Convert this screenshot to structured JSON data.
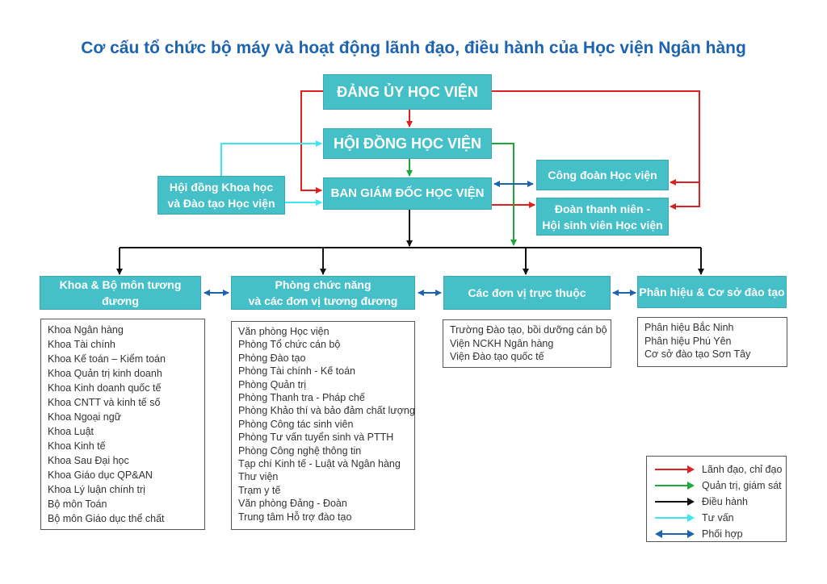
{
  "title": "Cơ cấu tổ chức bộ máy và hoạt động lãnh đạo, điều hành của Học viện Ngân hàng",
  "colors": {
    "box": "#45bfc8",
    "lead": "#e02020",
    "supervise": "#1fa83a",
    "operate": "#111111",
    "advise": "#3ee6f0",
    "coordinate": "#1e63b0"
  },
  "nodes": {
    "party": "ĐẢNG ỦY HỌC VIỆN",
    "council": "HỘI ĐỒNG HỌC VIỆN",
    "board": "BAN GIÁM ĐỐC HỌC VIỆN",
    "science_council": [
      "Hội đồng Khoa học",
      "và Đào tạo Học viện"
    ],
    "union": "Công đoàn Học viện",
    "youth": [
      "Đoàn thanh niên -",
      "Hội sinh viên Học viện"
    ]
  },
  "units": {
    "faculties": {
      "label": "Khoa & Bộ môn tương đương",
      "items": [
        "Khoa Ngân hàng",
        "Khoa Tài chính",
        "Khoa Kế toán – Kiểm toán",
        "Khoa Quản trị kinh doanh",
        "Khoa Kinh doanh quốc tế",
        "Khoa CNTT và kinh tế số",
        "Khoa Ngoại ngữ",
        "Khoa Luật",
        "Khoa Kinh tế",
        "Khoa Sau Đại học",
        "Khoa Giáo dục QP&AN",
        "Khoa Lý luận chính trị",
        "Bộ môn Toán",
        "Bộ môn Giáo dục thể chất"
      ]
    },
    "departments": {
      "label": [
        "Phòng chức năng",
        "và các đơn vị tương đương"
      ],
      "items": [
        "Văn phòng Học viện",
        "Phòng Tổ chức cán bộ",
        "Phòng Đào tạo",
        "Phòng Tài chính - Kế toán",
        "Phòng Quản trị",
        "Phòng Thanh tra - Pháp chế",
        "Phòng Khảo thí và bảo đảm chất lượng",
        "Phòng Công tác sinh viên",
        "Phòng Tư vấn tuyển sinh và PTTH",
        "Phòng Công nghệ thông tin",
        "Tạp chí Kinh tế - Luật và Ngân hàng",
        "Thư viện",
        "Trạm y tế",
        "Văn phòng Đảng - Đoàn",
        "Trung tâm Hỗ trợ đào tạo"
      ]
    },
    "affiliates": {
      "label": "Các đơn vị trực thuộc",
      "items": [
        "Trường Đào tạo, bồi dưỡng cán bộ",
        "Viện NCKH Ngân hàng",
        "Viện Đào tạo quốc tế"
      ]
    },
    "branches": {
      "label": "Phân hiệu & Cơ sở đào tạo",
      "items": [
        "Phân hiệu Bắc Ninh",
        "Phân hiệu Phú Yên",
        "Cơ sở đào tạo Sơn Tây"
      ]
    }
  },
  "legend": [
    {
      "label": "Lãnh đạo, chỉ đạo",
      "color": "#e02020",
      "kind": "single"
    },
    {
      "label": "Quản trị, giám sát",
      "color": "#1fa83a",
      "kind": "single"
    },
    {
      "label": "Điều hành",
      "color": "#111111",
      "kind": "single"
    },
    {
      "label": "Tư vấn",
      "color": "#3ee6f0",
      "kind": "single"
    },
    {
      "label": "Phối hợp",
      "color": "#1e63b0",
      "kind": "double"
    }
  ]
}
